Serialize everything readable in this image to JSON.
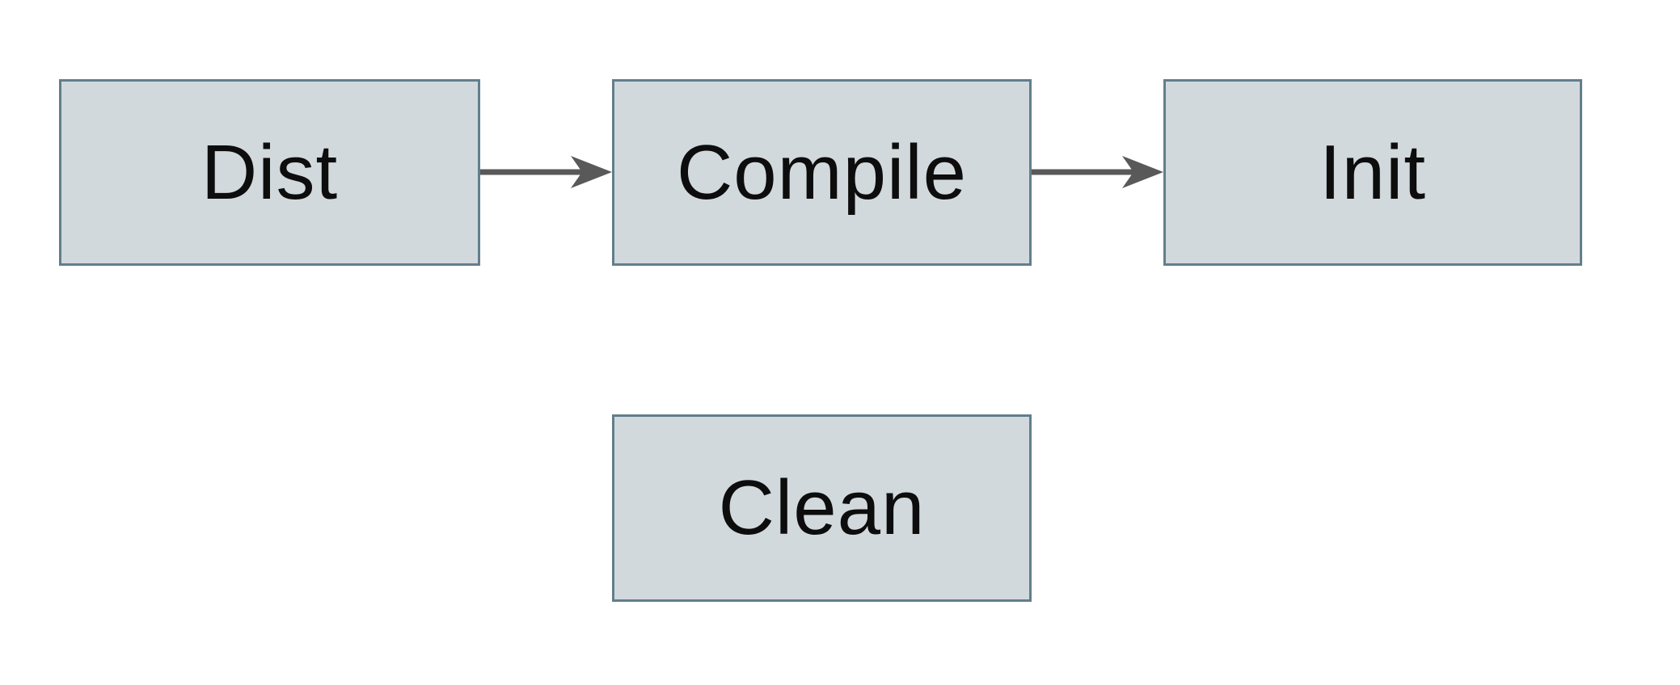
{
  "diagram": {
    "title": "build-targets-flow",
    "background_color": "#ffffff",
    "node_fill_color": "#d2d9dc",
    "node_border_color": "#627e8c",
    "arrow_color": "#595959",
    "text_color": "#0d0d0d",
    "nodes": [
      {
        "id": "dist",
        "label": "Dist"
      },
      {
        "id": "compile",
        "label": "Compile"
      },
      {
        "id": "init",
        "label": "Init"
      },
      {
        "id": "clean",
        "label": "Clean"
      }
    ],
    "edges": [
      {
        "from": "Dist",
        "to": "Compile",
        "direction": "right"
      },
      {
        "from": "Compile",
        "to": "Init",
        "direction": "right"
      }
    ]
  }
}
